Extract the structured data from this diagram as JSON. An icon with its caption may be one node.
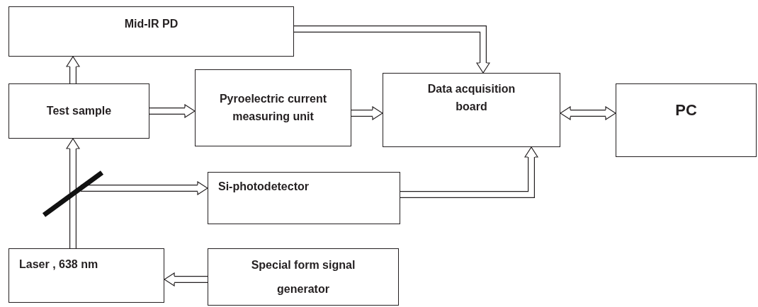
{
  "diagram": {
    "nodes": [
      {
        "text": [
          "Mid-IR PD"
        ]
      },
      {
        "text": [
          "Test sample"
        ]
      },
      {
        "text": [
          "Pyroelectric current measuring unit"
        ]
      },
      {
        "text": [
          "Data acquisition board"
        ]
      },
      {
        "text": [
          "PC"
        ]
      },
      {
        "text": [],
        "shape": "line"
      },
      {
        "text": [
          "Si-photodetector"
        ]
      },
      {
        "text": [
          "Laser , 638 nm"
        ]
      },
      {
        "text": [
          "Special form signal generator"
        ]
      }
    ],
    "edges": [
      {
        "from": 1,
        "to": 0,
        "arrow": "to"
      },
      {
        "from": 1,
        "to": 2,
        "arrow": "to"
      },
      {
        "from": 2,
        "to": 3,
        "arrow": "to"
      },
      {
        "from": 0,
        "to": 3,
        "arrow": "to"
      },
      {
        "from": 3,
        "to": 4,
        "arrow": "both"
      },
      {
        "from": 6,
        "to": 3,
        "arrow": "to"
      },
      {
        "from": 7,
        "to": 5,
        "arrow": "none"
      },
      {
        "from": 5,
        "to": 1,
        "arrow": "to"
      },
      {
        "from": 5,
        "to": 6,
        "arrow": "to"
      },
      {
        "from": 8,
        "to": 7,
        "arrow": "to"
      }
    ]
  }
}
